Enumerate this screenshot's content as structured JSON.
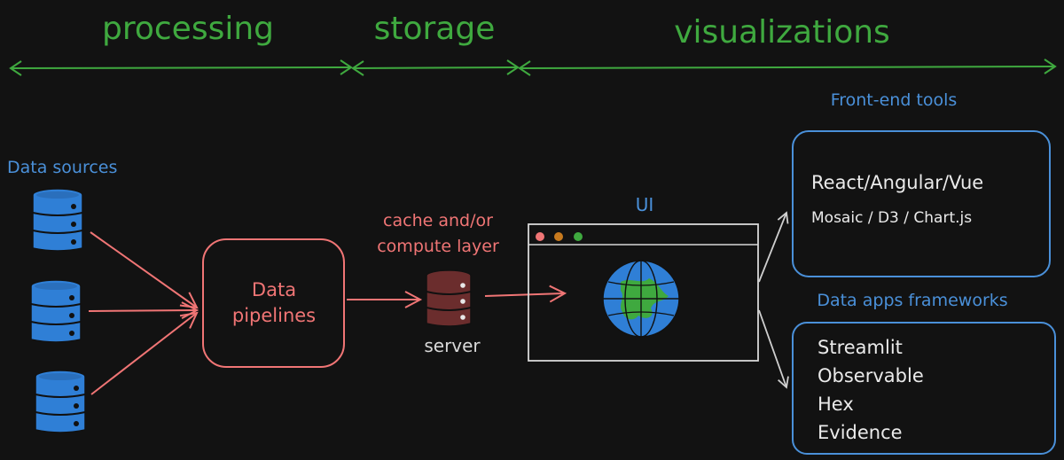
{
  "phases": {
    "processing": "processing",
    "storage": "storage",
    "visualizations": "visualizations"
  },
  "labels": {
    "data_sources": "Data sources",
    "pipelines_line1": "Data",
    "pipelines_line2": "pipelines",
    "cache_line1": "cache and/or",
    "cache_line2": "compute layer",
    "server": "server",
    "ui": "UI",
    "frontend_title": "Front-end tools",
    "frontend_main": "React/Angular/Vue",
    "frontend_libs": "Mosaic / D3 / Chart.js",
    "apps_title": "Data apps frameworks",
    "apps": [
      "Streamlit",
      "Observable",
      "Hex",
      "Evidence"
    ]
  },
  "colors": {
    "background": "#121212",
    "green": "#3fa93f",
    "blue": "#4a90d9",
    "red": "#f07575",
    "white": "#e8e8e8",
    "db_blue": "#2f7fd6",
    "server_brown": "#6b2d2d"
  }
}
